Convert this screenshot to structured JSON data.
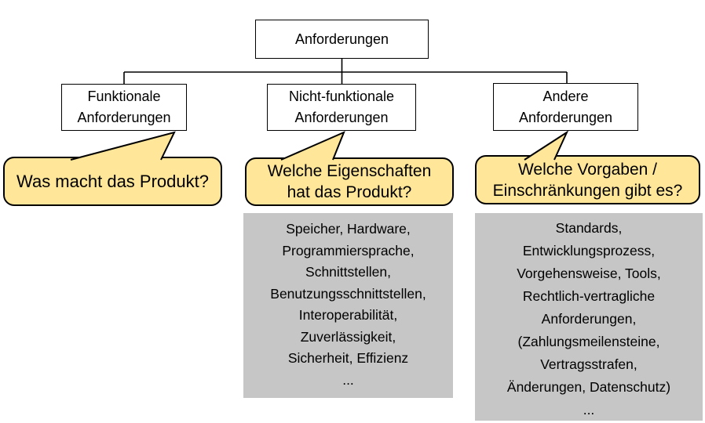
{
  "diagram": {
    "root": {
      "label": "Anforderungen"
    },
    "branches": [
      {
        "label": [
          "Funktionale",
          "Anforderungen"
        ],
        "question": [
          "Was macht das Produkt?"
        ],
        "details": []
      },
      {
        "label": [
          "Nicht-funktionale",
          "Anforderungen"
        ],
        "question": [
          "Welche Eigenschaften",
          "hat das Produkt?"
        ],
        "details": [
          "Speicher, Hardware,",
          "Programmiersprache,",
          "Schnittstellen,",
          "Benutzungsschnittstellen,",
          "Interoperabilität,",
          "Zuverlässigkeit,",
          "Sicherheit, Effizienz",
          "..."
        ]
      },
      {
        "label": [
          "Andere",
          "Anforderungen"
        ],
        "question": [
          "Welche Vorgaben /",
          "Einschränkungen gibt es?"
        ],
        "details": [
          "Standards,",
          "Entwicklungsprozess,",
          "Vorgehensweise, Tools,",
          "Rechtlich-vertragliche",
          "Anforderungen,",
          "(Zahlungsmeilensteine,",
          "Vertragsstrafen,",
          "Änderungen, Datenschutz)",
          "..."
        ]
      }
    ],
    "colors": {
      "bubble-fill": "#FFE699",
      "bubble-border": "#000000",
      "box-fill": "#FFFFFF",
      "box-border": "#000000",
      "panel-fill": "#C6C6C6",
      "line-color": "#000000",
      "text": "#000000"
    }
  }
}
